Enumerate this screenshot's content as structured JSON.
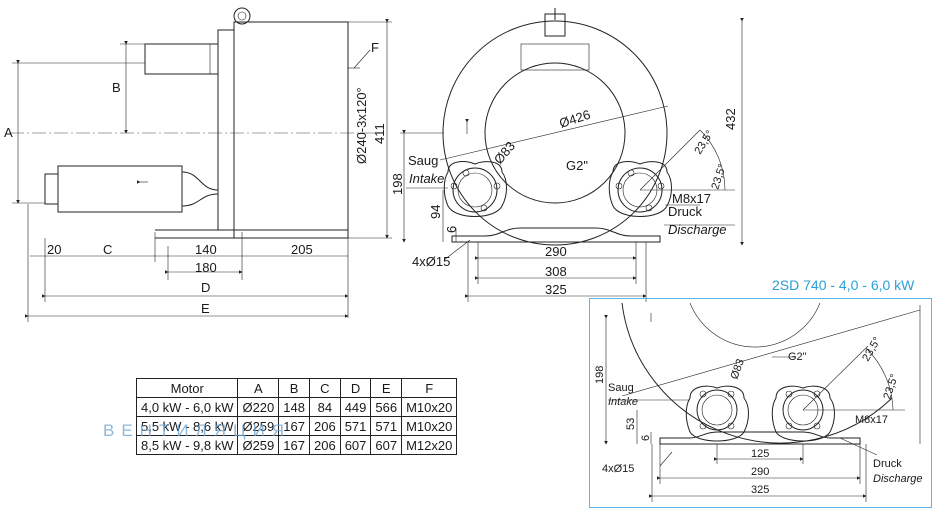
{
  "side_view": {
    "dims": {
      "A": "A",
      "B": "B",
      "C": "C",
      "D": "D",
      "E": "E",
      "F": "F",
      "d20": "20",
      "d140": "140",
      "d205": "205",
      "d180": "180",
      "d411": "411",
      "pcd": "Ø240-3x120°"
    }
  },
  "front_view": {
    "d432": "432",
    "d426": "Ø426",
    "d83": "Ø83",
    "d198": "198",
    "d94": "94",
    "d6": "6",
    "g2": "G2\"",
    "a1": "23,5°",
    "a2": "23,5°",
    "m8": "M8x17",
    "saug": "Saug",
    "intake": "Intake",
    "druck": "Druck",
    "discharge": "Discharge",
    "holes": "4xØ15",
    "d290": "290",
    "d308": "308",
    "d325": "325"
  },
  "motor_table": {
    "headers": [
      "Motor",
      "A",
      "B",
      "C",
      "D",
      "E",
      "F"
    ],
    "rows": [
      [
        "4,0 kW - 6,0 kW",
        "Ø220",
        "148",
        "84",
        "449",
        "566",
        "M10x20"
      ],
      [
        "5,5 kW - 8,6 kW",
        "Ø259",
        "167",
        "206",
        "571",
        "571",
        "M10x20"
      ],
      [
        "8,5 kW - 9,8 kW",
        "Ø259",
        "167",
        "206",
        "607",
        "607",
        "M12x20"
      ]
    ]
  },
  "watermark": "ВЕНТИЛЯЦИЯ",
  "inset": {
    "title": "2SD 740 - 4,0 - 6,0 kW",
    "d198": "198",
    "d53": "53",
    "d6": "6",
    "d83": "Ø83",
    "g2": "G2\"",
    "a1": "23,5°",
    "a2": "23,5°",
    "m8": "M8x17",
    "saug": "Saug",
    "intake": "Intake",
    "druck": "Druck",
    "discharge": "Discharge",
    "holes": "4xØ15",
    "d125": "125",
    "d290": "290",
    "d325": "325"
  },
  "colors": {
    "line": "#222222",
    "accent": "#2aa0d8",
    "frame": "#5ab8e6"
  }
}
